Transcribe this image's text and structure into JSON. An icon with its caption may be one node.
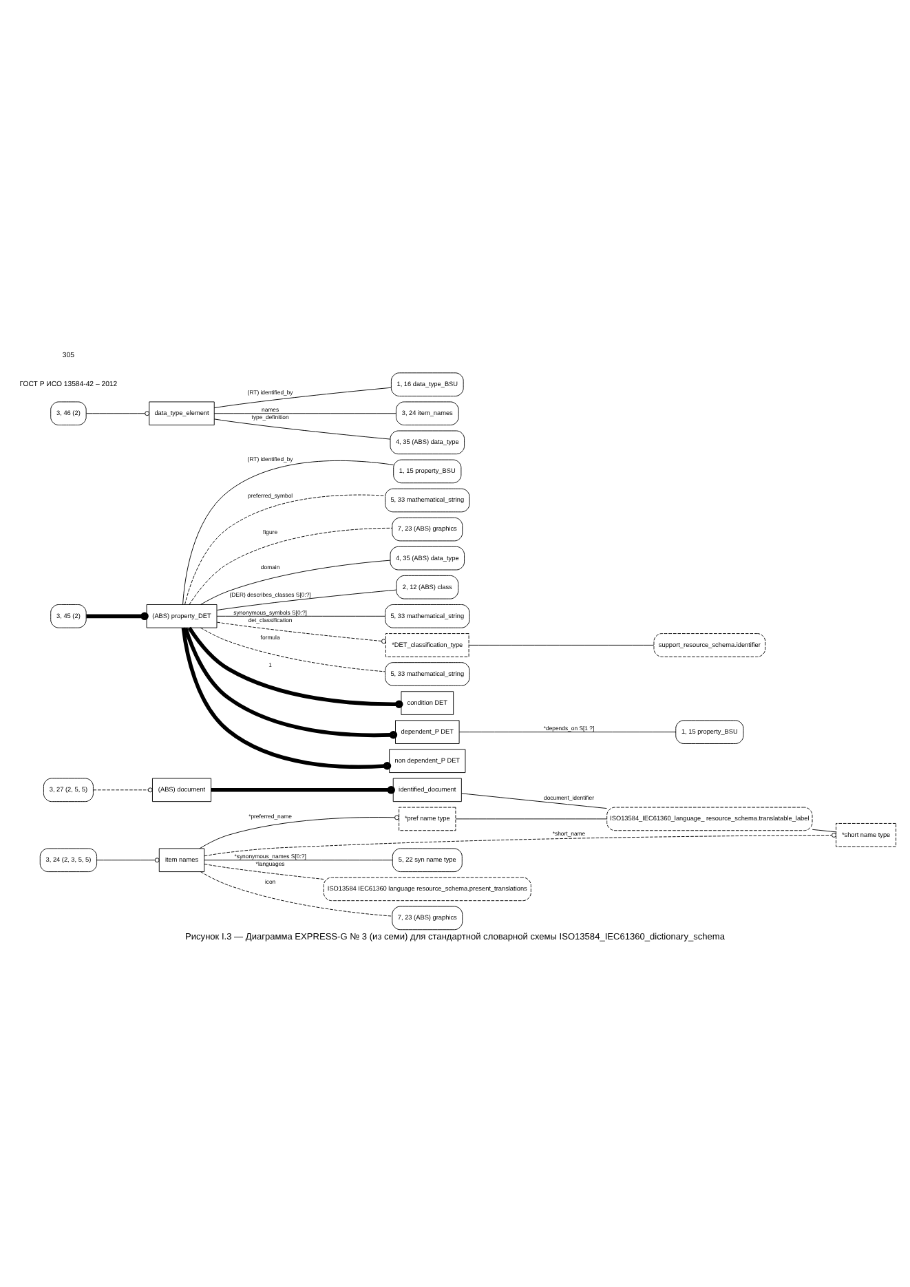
{
  "diagram": {
    "caption": "Рисунок I.3 — Диаграмма EXPRESS-G № 3 (из семи) для стандартной словарной схемы ISO13584_IEC61360_dictionary_schema",
    "nodes": [
      {
        "text": [
          "3, 27 (2, 5, 5)"
        ]
      },
      {
        "text": [
          "(ABS) document"
        ]
      },
      {
        "text": [
          "identified_document"
        ]
      },
      {
        "text": [
          "*pref name type"
        ]
      },
      {
        "text": [
          "ISO13584_IEC61360_language_ resource_schema.translatable_label"
        ]
      },
      {
        "text": [
          "*short name type"
        ]
      },
      {
        "text": [
          "3, 24 (2, 3, 5, 5)"
        ]
      },
      {
        "text": [
          "item names"
        ]
      },
      {
        "text": [
          "5, 22 syn name type"
        ]
      },
      {
        "text": [
          "ISO13584 IEC61360 language resource_schema.present_translations"
        ]
      },
      {
        "text": [
          "7, 23 (ABS) graphics"
        ]
      },
      {
        "text": [
          "3, 45 (2)"
        ]
      },
      {
        "text": [
          "(ABS) property_DET"
        ]
      },
      {
        "text": [
          "1, 15 property_BSU"
        ]
      },
      {
        "text": [
          "5, 33 mathematical_string"
        ]
      },
      {
        "text": [
          "7, 23 (ABS) graphics"
        ]
      },
      {
        "text": [
          "4, 35 (ABS) data_type"
        ]
      },
      {
        "text": [
          "2, 12 (ABS) class"
        ]
      },
      {
        "text": [
          "5, 33 mathematical_string"
        ]
      },
      {
        "text": [
          "*DET_classification_type"
        ]
      },
      {
        "text": [
          "support_resource_schema.identifier"
        ]
      },
      {
        "text": [
          "5, 33 mathematical_string"
        ]
      },
      {
        "text": [
          "condition DET"
        ]
      },
      {
        "text": [
          "1, 15 property_BSU"
        ]
      },
      {
        "text": [
          "dependent_P DET"
        ]
      },
      {
        "text": [
          "non dependent_P DET"
        ]
      },
      {
        "text": [
          "3, 46 (2)"
        ]
      },
      {
        "text": [
          "data_type_element"
        ]
      },
      {
        "text": [
          "1, 16 data_type_BSU"
        ]
      },
      {
        "text": [
          "3, 24 item_names"
        ]
      },
      {
        "text": [
          "4, 35 (ABS) data_type"
        ]
      }
    ],
    "edges": [
      {
        "from": 0,
        "to": 1,
        "arrow": "other",
        "style": "dashed"
      },
      {
        "from": 1,
        "to": 2,
        "arrow": "other",
        "style": "thick"
      },
      {
        "from": 2,
        "to": 4,
        "arrow": "none",
        "label": "document_identifier"
      },
      {
        "from": 7,
        "to": 3,
        "arrow": "other",
        "label": "*preferred_name"
      },
      {
        "from": 3,
        "to": 4,
        "arrow": "none"
      },
      {
        "from": 4,
        "to": 5,
        "arrow": "none"
      },
      {
        "from": 6,
        "to": 7,
        "arrow": "other"
      },
      {
        "from": 7,
        "to": 8,
        "arrow": "none",
        "label": "*synonymous_names S[0:?]"
      },
      {
        "from": 7,
        "to": 9,
        "arrow": "none",
        "label": "*languages",
        "style": "dashed"
      },
      {
        "from": 7,
        "to": 5,
        "arrow": "other",
        "label": "*short_name",
        "style": "dashed"
      },
      {
        "from": 7,
        "to": 10,
        "arrow": "none",
        "label": "icon",
        "style": "dashed"
      },
      {
        "from": 11,
        "to": 12,
        "arrow": "other",
        "style": "thick"
      },
      {
        "from": 12,
        "to": 13,
        "arrow": "none",
        "label": "(RT) identified_by"
      },
      {
        "from": 12,
        "to": 14,
        "arrow": "none",
        "label": "preferred_symbol",
        "style": "dashed"
      },
      {
        "from": 12,
        "to": 15,
        "arrow": "none",
        "label": "figure",
        "style": "dashed"
      },
      {
        "from": 12,
        "to": 16,
        "arrow": "none",
        "label": "domain"
      },
      {
        "from": 12,
        "to": 17,
        "arrow": "none",
        "label": "(DER) describes_classes S[0:?]"
      },
      {
        "from": 12,
        "to": 18,
        "arrow": "none",
        "label": "synonymous_symbols S[0:?]"
      },
      {
        "from": 12,
        "to": 19,
        "arrow": "other",
        "label": "det_classification",
        "style": "dashed"
      },
      {
        "from": 19,
        "to": 20,
        "arrow": "none"
      },
      {
        "from": 12,
        "to": 21,
        "arrow": "none",
        "label": "formula",
        "style": "dashed"
      },
      {
        "from": 12,
        "to": 22,
        "arrow": "other",
        "style": "thick",
        "label": "1"
      },
      {
        "from": 12,
        "to": 24,
        "arrow": "other",
        "style": "thick"
      },
      {
        "from": 12,
        "to": 25,
        "arrow": "other",
        "style": "thick"
      },
      {
        "from": 24,
        "to": 23,
        "arrow": "none",
        "label": "*depends_on S[1 ?]"
      },
      {
        "from": 26,
        "to": 27,
        "arrow": "other"
      },
      {
        "from": 27,
        "to": 28,
        "arrow": "none",
        "label": "(RT) identified_by"
      },
      {
        "from": 27,
        "to": 29,
        "arrow": "none",
        "label": "names"
      },
      {
        "from": 27,
        "to": 30,
        "arrow": "none",
        "label": "type_definition"
      }
    ],
    "labels": [
      "ГОСТ Р ИСО 13584-42 – 2012",
      "305"
    ]
  }
}
